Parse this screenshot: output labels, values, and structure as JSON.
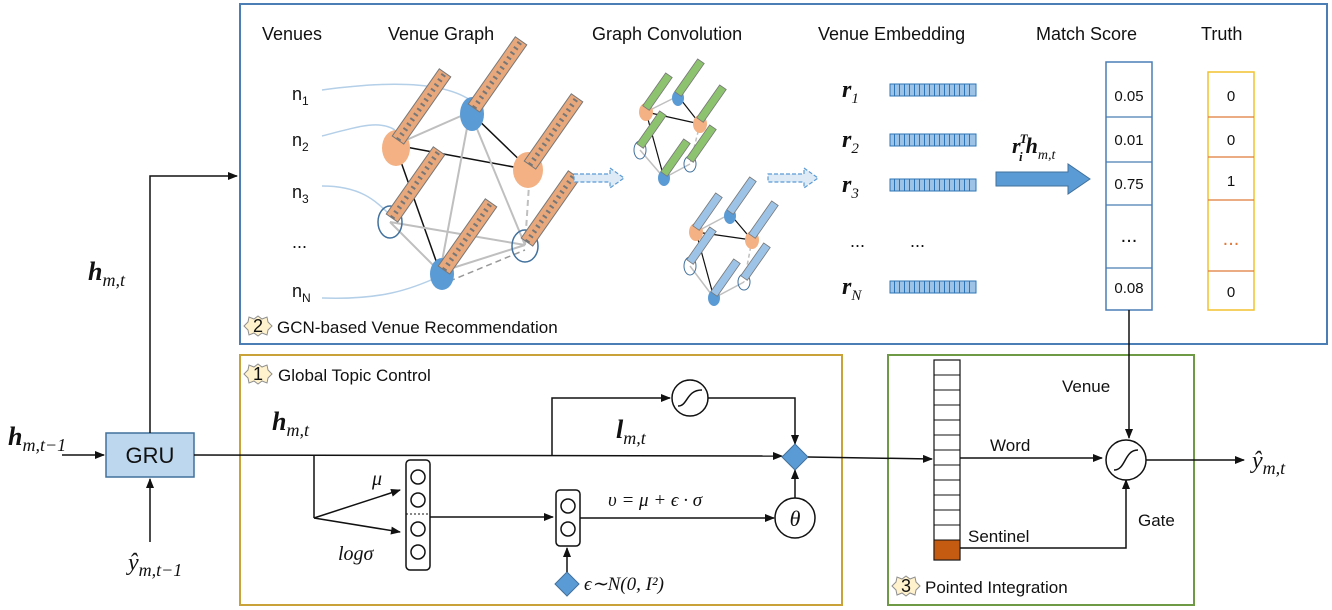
{
  "colors": {
    "panel_gcn": "#4a7eb5",
    "panel_topic": "#c9a23a",
    "panel_pointed": "#6e9a45",
    "gru_fill": "#bdd7ee",
    "gru_stroke": "#41719c",
    "truth_border": "#f2c12e",
    "truth_divider": "#e07b39",
    "node_orange": "#f4b183",
    "node_blue": "#5b9bd5",
    "embedding_orange": "#e8a87c",
    "embedding_green": "#8dc26f",
    "embedding_blue": "#9dc3e6",
    "sentinel": "#c55a11",
    "arrow_blue": "#5b9bd5"
  },
  "panels": {
    "gcn": {
      "number": "2",
      "title": "GCN-based Venue Recommendation",
      "icon": "star-badge-icon"
    },
    "topic": {
      "number": "1",
      "title": "Global Topic Control",
      "icon": "star-badge-icon"
    },
    "pointed": {
      "number": "3",
      "title": "Pointed Integration",
      "icon": "star-badge-icon"
    }
  },
  "gcn": {
    "headers": {
      "venues": "Venues",
      "venue_graph": "Venue Graph",
      "graph_conv": "Graph Convolution",
      "venue_embedding": "Venue Embedding",
      "match_score": "Match Score",
      "truth": "Truth"
    },
    "venues": [
      {
        "base": "n",
        "sub": "1"
      },
      {
        "base": "n",
        "sub": "2"
      },
      {
        "base": "n",
        "sub": "3"
      },
      {
        "base": "...",
        "sub": ""
      },
      {
        "base": "n",
        "sub": "N"
      }
    ],
    "embeddings": [
      {
        "base": "r",
        "sub": "1"
      },
      {
        "base": "r",
        "sub": "2"
      },
      {
        "base": "r",
        "sub": "3"
      },
      {
        "base": "...",
        "sub": ""
      },
      {
        "base": "r",
        "sub": "N"
      }
    ],
    "embedding_ellipsis": "...",
    "match_formula": {
      "base": "r",
      "sup": "T",
      "sub": "i",
      "rest": "h",
      "rest_sub": "m,t"
    },
    "scores": [
      "0.05",
      "0.01",
      "0.75",
      "...",
      "0.08"
    ],
    "truth": [
      "0",
      "0",
      "1",
      "...",
      "0"
    ]
  },
  "main": {
    "h_prev": {
      "base": "h",
      "sub": "m,t−1"
    },
    "h_curr": {
      "base": "h",
      "sub": "m,t"
    },
    "y_prev": {
      "base": "ŷ",
      "sub": "m,t−1"
    },
    "y_out": {
      "base": "ŷ",
      "sub": "m,t"
    },
    "gru": "GRU"
  },
  "topic": {
    "h": {
      "base": "h",
      "sub": "m,t"
    },
    "l": {
      "base": "l",
      "sub": "m,t"
    },
    "mu": "μ",
    "logsigma": "logσ",
    "v_formula": "υ = μ + ϵ · σ",
    "eps_formula": "ϵ∼N(0, I²)",
    "theta": "θ"
  },
  "pointed": {
    "venue": "Venue",
    "word": "Word",
    "gate": "Gate",
    "sentinel": "Sentinel"
  }
}
